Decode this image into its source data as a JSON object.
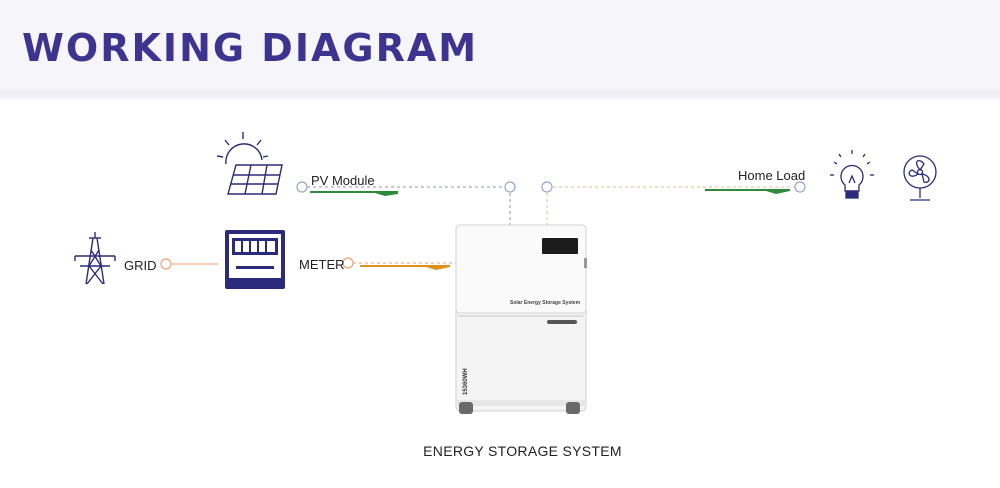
{
  "header": {
    "title": "WORKING DIAGRAM"
  },
  "labels": {
    "pv_module": "PV Module",
    "home_load": "Home Load",
    "grid": "GRID",
    "meter": "METER"
  },
  "unit": {
    "front_label": "Solar Energy Storage System",
    "side_label": "15360WH"
  },
  "caption": "ENERGY STORAGE SYSTEM",
  "colors": {
    "title": "#3d3490",
    "icon": "#2c2a7a",
    "pv_line": "#8c95c8",
    "load_line": "#f2b889",
    "grid_line": "#f0a070",
    "green_arrow": "#2f8a3c",
    "orange_arrow": "#e0901a"
  }
}
